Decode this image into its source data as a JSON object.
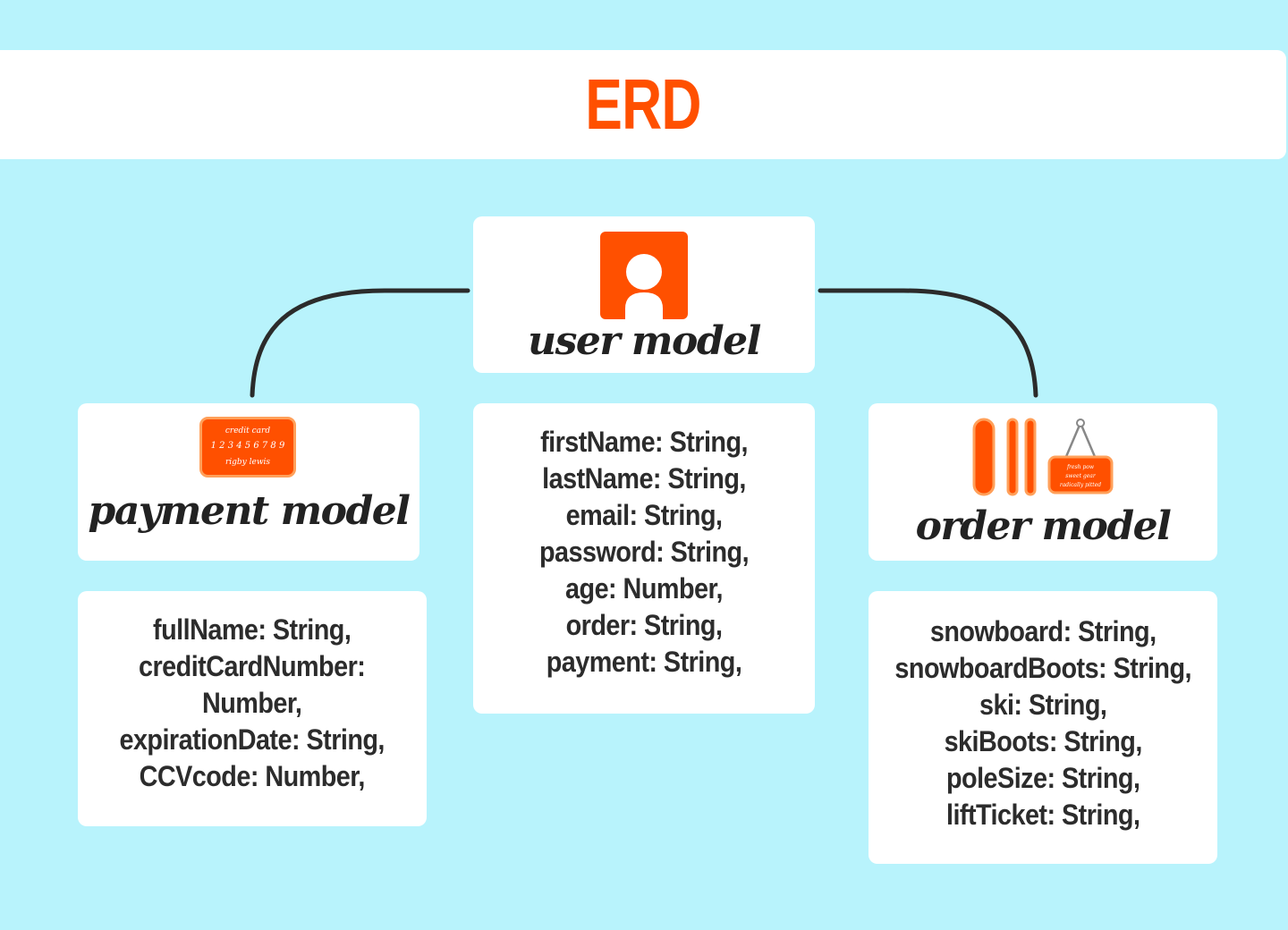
{
  "title": "ERD",
  "colors": {
    "background": "#b8f3fc",
    "accent": "#ff5000",
    "accent_light": "#ffa05a",
    "text": "#2c2c2c"
  },
  "user_model": {
    "label": "user model",
    "icon": "user-avatar-icon",
    "fields": [
      "firstName: String,",
      "lastName: String,",
      "email: String,",
      "password: String,",
      "age: Number,",
      "order: String,",
      "payment: String,"
    ]
  },
  "payment_model": {
    "label": "payment model",
    "icon": "credit-card-icon",
    "card_text": {
      "line1": "credit card",
      "line2": "1 2 3 4 5 6 7 8 9",
      "line3": "rigby lewis"
    },
    "fields": [
      "fullName: String,",
      "creditCardNumber:",
      "Number,",
      "expirationDate: String,",
      "CCVcode: Number,"
    ]
  },
  "order_model": {
    "label": "order model",
    "icon": "ski-equipment-icon",
    "sign_text": {
      "line1": "fresh pow",
      "line2": "sweet gear",
      "line3": "radically pitted"
    },
    "fields": [
      "snowboard: String,",
      "snowboardBoots: String,",
      "ski: String,",
      "skiBoots: String,",
      "poleSize: String,",
      "liftTicket: String,"
    ]
  }
}
